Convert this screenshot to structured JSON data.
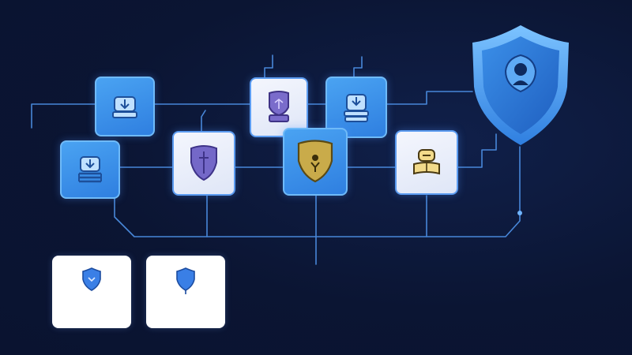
{
  "colors": {
    "background": "#0b1533",
    "connector": "#5b9ff0",
    "tile_blue": "#3a8ee8",
    "tile_light": "#eef2fb",
    "shield_blue": "#2f7fe0",
    "shield_purple": "#7468c8",
    "shield_gold": "#c9ab4a"
  },
  "nodes": [
    {
      "id": "node-1",
      "icon": "archive-box-icon",
      "style": "blue"
    },
    {
      "id": "node-2",
      "icon": "shield-badge-icon",
      "style": "light"
    },
    {
      "id": "node-3",
      "icon": "stacked-database-icon",
      "style": "blue"
    },
    {
      "id": "node-4",
      "icon": "server-rack-icon",
      "style": "blue"
    },
    {
      "id": "node-5",
      "icon": "purple-shield-icon",
      "style": "light"
    },
    {
      "id": "node-6",
      "icon": "gold-shield-icon",
      "style": "blue"
    },
    {
      "id": "node-7",
      "icon": "chat-book-icon",
      "style": "light"
    }
  ],
  "cards": [
    {
      "icon": "blue-shield-icon",
      "tag": "",
      "caption": ""
    },
    {
      "icon": "blue-shield-icon",
      "tag": "",
      "caption": ""
    }
  ],
  "central_shield": {
    "icon": "user-lock-shield-icon"
  }
}
